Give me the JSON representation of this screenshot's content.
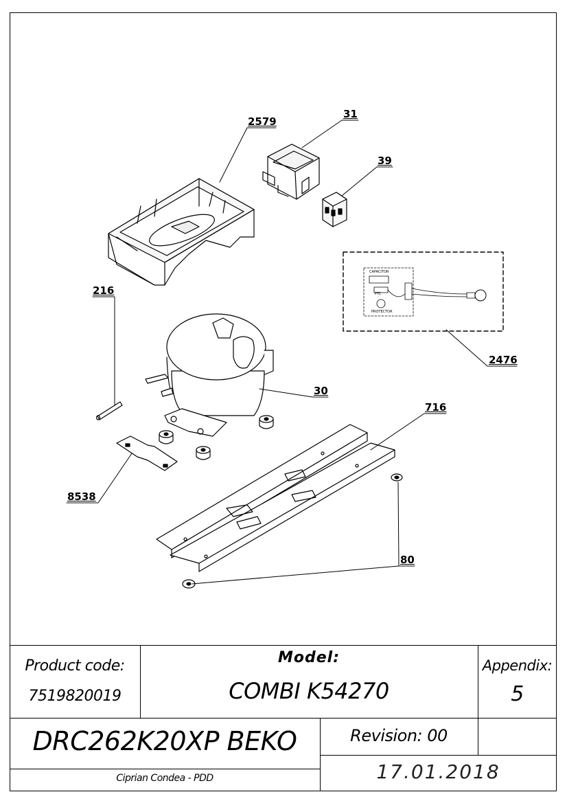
{
  "callouts": {
    "c2579": "2579",
    "c31": "31",
    "c39": "39",
    "c216": "216",
    "c2476": "2476",
    "c30": "30",
    "c716": "716",
    "c8538": "8538",
    "c80": "80"
  },
  "wiring": {
    "capacitor": "CAPACITOR",
    "ptc": "PTC",
    "protector": "PROTECTOR"
  },
  "titleblock": {
    "product_code_label": "Product code:",
    "product_code": "7519820019",
    "model_label": "Model:",
    "model": "COMBI K54270",
    "appendix_label": "Appendix:",
    "appendix": "5",
    "drawing_id": "DRC262K20XP BEKO",
    "revision": "Revision: 00",
    "author": "Ciprian Condea - PDD",
    "date": "17.01.2018"
  }
}
